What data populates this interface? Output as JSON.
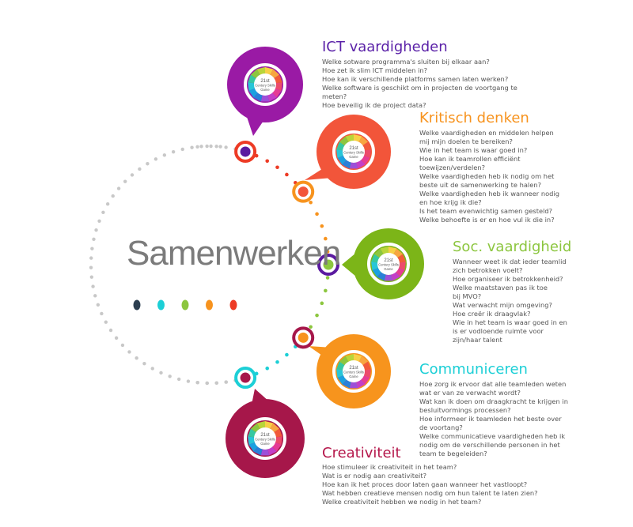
{
  "center": {
    "title": "Samenwerken",
    "dot_colors": [
      "#2c3e50",
      "#1ccfd6",
      "#8cc63f",
      "#f7931e",
      "#ed3b25"
    ]
  },
  "logo_text": [
    "21st",
    "Century Skills",
    "Game"
  ],
  "sections": [
    {
      "title": "ICT vaardigheden",
      "color": "#5b22a8",
      "bubble": "#9a1aa5",
      "questions": [
        "Welke sotware programma's sluiten bij elkaar aan?",
        "Hoe zet ik slim ICT middelen in?",
        "Hoe kan ik verschillende platforms samen laten werken?",
        "Welke software is geschikt om in projecten de voortgang te",
        "meten?",
        "Hoe beveilig ik de project data?"
      ]
    },
    {
      "title": "Kritisch denken",
      "color": "#f7931e",
      "bubble": "#f2553a",
      "questions": [
        "Welke vaardigheden en middelen helpen",
        "mij mijn doelen te bereiken?",
        "Wie in het team is waar goed in?",
        "Hoe kan ik teamrollen efficiënt",
        "toewijzen/verdelen?",
        "Welke vaardigheden heb ik nodig om het",
        "beste uit de samenwerking te halen?",
        "Welke vaardigheden heb ik wanneer nodig",
        "en hoe krijg ik die?",
        "Is het team evenwichtig samen gesteld?",
        "Welke behoefte is er en hoe vul ik die in?"
      ]
    },
    {
      "title": "Soc. vaardigheid",
      "color": "#8cc63f",
      "bubble": "#7cb518",
      "questions": [
        "Wanneer weet ik dat ieder teamlid",
        "zich betrokken voelt?",
        "Hoe organiseer ik  betrokkenheid?",
        "Welke maatstaven pas ik toe",
        "bij MVO?",
        "Wat verwacht mijn omgeving?",
        "Hoe creër ik draagvlak?",
        "Wie in het team is waar goed in en",
        "is er vodloende ruimte voor",
        "zijn/haar talent"
      ]
    },
    {
      "title": "Communiceren",
      "color": "#1ccfd6",
      "bubble": "#f7941d",
      "questions": [
        "Hoe zorg ik ervoor dat alle teamleden weten",
        "wat er van ze verwacht wordt?",
        "Wat kan ik doen om draagkracht te krijgen in",
        "besluitvormings processen?",
        "Hoe informeer ik teamleden het beste over",
        "de voortang?",
        "Welke communicatieve vaardigheden heb ik",
        "nodig om de verschillende personen in het",
        "team te begeleiden?"
      ]
    },
    {
      "title": "Creativiteit",
      "color": "#b5174b",
      "bubble": "#a6174a",
      "questions": [
        "Hoe stimuleer ik creativiteit in het team?",
        "Wat is er nodig aan creativiteit?",
        "Hoe kan ik het proces door laten gaan wanneer het vastloopt?",
        "Wat hebben creatieve mensen nodig om hun talent te laten zien?",
        "Welke creativiteit hebben we nodig in het team?"
      ]
    }
  ]
}
